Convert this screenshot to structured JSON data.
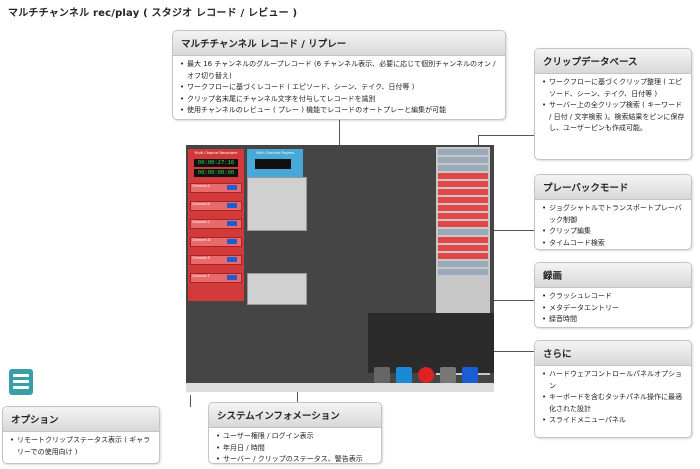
{
  "title": "マルチチャンネル rec/play ( スタジオ レコード / レビュー )",
  "callouts": {
    "multichannel": {
      "heading": "マルチチャンネル レコード / リプレー",
      "items": [
        "最大 16 チャンネルのグループレコード (6 チャンネル表示、必要に応じて個別チャンネルのオン / オフ切り替え)",
        "ワークフローに基づくレコード ( エピソード、シーン、テイク、日付等 )",
        "クリップ名末尾にチャンネル文字を付与してレコードを識別",
        "使用チャンネルのレビュー ( プレー ) 機能でレコードのオートプレーと編集が可能"
      ]
    },
    "clipdb": {
      "heading": "クリップデータベース",
      "items": [
        "ワークフローに基づくクリップ整理 ( エピソード、シーン、テイク、日付等 )",
        "サーバー上の全クリップ検索 ( キーワード / 日付 / 文字検索 )。検索結果をピンに保存し、ユーザーピンも作成可能。"
      ]
    },
    "playback": {
      "heading": "プレーバックモード",
      "items": [
        "ジョグシャトルでトランスポートプレーバック制御",
        "クリップ編集",
        "タイムコード検索"
      ]
    },
    "record": {
      "heading": "録画",
      "items": [
        "クラッシュレコード",
        "メタデータエントリー",
        "録音時間"
      ]
    },
    "more": {
      "heading": "さらに",
      "items": [
        "ハードウェアコントロールパネルオプション",
        "キーボードを含むタッチパネル操作に最適化された設計",
        "スライドメニューパネル"
      ]
    },
    "sysinfo": {
      "heading": "システムインフォメーション",
      "items": [
        "ユーザー権限 / ログイン表示",
        "年月日 / 時間",
        "サーバー / クリップのステータス、警告表示"
      ]
    },
    "options": {
      "heading": "オプション",
      "items": [
        "リモートクリップステータス表示 ( ギャラリーでの使用向け )"
      ]
    }
  },
  "app": {
    "rec_header": "Multi Channel Recorders",
    "play_header": "Multi Channel Players",
    "rec_timecode_1": "00:00:27:16",
    "rec_timecode_2": "00:00:00:00",
    "channels": [
      "Channel-A",
      "Channel-B",
      "Channel-C",
      "Channel-D",
      "Channel-E",
      "Channel-F"
    ],
    "on_label": "ON"
  },
  "icons": {
    "slide_menu": "slide-menu-icon"
  },
  "colors": {
    "record_red": "#d23a3a",
    "player_blue": "#48a8d8",
    "timecode_green": "#35d64c",
    "on_blue": "#1a5dd6"
  }
}
